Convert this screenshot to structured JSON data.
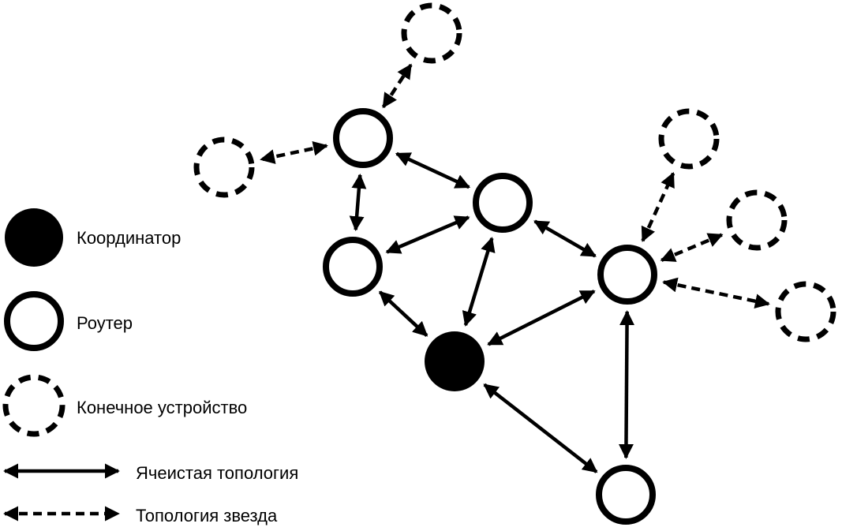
{
  "legend": {
    "coordinator": "Координатор",
    "router": "Роутер",
    "end_device": "Конечное устройство",
    "mesh": "Ячеистая топология",
    "star": "Топология звезда"
  },
  "colors": {
    "ink": "#000000",
    "background": "#ffffff"
  },
  "nodes": [
    {
      "id": "router-top",
      "kind": "router"
    },
    {
      "id": "router-center",
      "kind": "router"
    },
    {
      "id": "router-left",
      "kind": "router"
    },
    {
      "id": "router-right",
      "kind": "router"
    },
    {
      "id": "router-bottom",
      "kind": "router"
    },
    {
      "id": "coordinator",
      "kind": "coordinator"
    },
    {
      "id": "end-device-top",
      "kind": "end_device"
    },
    {
      "id": "end-device-left",
      "kind": "end_device"
    },
    {
      "id": "end-device-right-1",
      "kind": "end_device"
    },
    {
      "id": "end-device-right-2",
      "kind": "end_device"
    },
    {
      "id": "end-device-right-3",
      "kind": "end_device"
    }
  ],
  "links": [
    {
      "from": "router-top",
      "to": "router-center",
      "style": "mesh"
    },
    {
      "from": "router-top",
      "to": "router-left",
      "style": "mesh"
    },
    {
      "from": "router-left",
      "to": "router-center",
      "style": "mesh"
    },
    {
      "from": "router-center",
      "to": "router-right",
      "style": "mesh"
    },
    {
      "from": "router-center",
      "to": "coordinator",
      "style": "mesh"
    },
    {
      "from": "router-left",
      "to": "coordinator",
      "style": "mesh"
    },
    {
      "from": "router-right",
      "to": "coordinator",
      "style": "mesh"
    },
    {
      "from": "router-right",
      "to": "router-bottom",
      "style": "mesh"
    },
    {
      "from": "coordinator",
      "to": "router-bottom",
      "style": "mesh"
    },
    {
      "from": "router-top",
      "to": "end-device-top",
      "style": "star"
    },
    {
      "from": "router-top",
      "to": "end-device-left",
      "style": "star"
    },
    {
      "from": "router-right",
      "to": "end-device-right-1",
      "style": "star"
    },
    {
      "from": "router-right",
      "to": "end-device-right-2",
      "style": "star"
    },
    {
      "from": "router-right",
      "to": "end-device-right-3",
      "style": "star"
    }
  ]
}
